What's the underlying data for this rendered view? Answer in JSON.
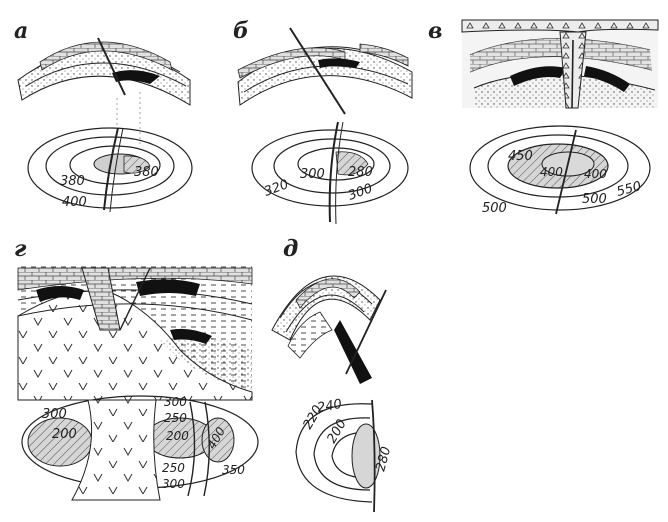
{
  "colors": {
    "ink": "#222222",
    "stipple": "#555555",
    "band": "#d9d9d9",
    "ore": "#111111",
    "paper": "#ffffff"
  },
  "panels": [
    {
      "letter": "а",
      "contours": [
        "380",
        "380",
        "400"
      ]
    },
    {
      "letter": "б",
      "contours": [
        "300",
        "280",
        "320",
        "300"
      ]
    },
    {
      "letter": "в",
      "contours": [
        "450",
        "400",
        "400",
        "500",
        "500",
        "550"
      ]
    },
    {
      "letter": "г",
      "contours": [
        "300",
        "200",
        "300",
        "250",
        "200",
        "250",
        "300",
        "400",
        "350"
      ]
    },
    {
      "letter": "д",
      "contours": [
        "240",
        "220",
        "200",
        "280"
      ]
    }
  ]
}
